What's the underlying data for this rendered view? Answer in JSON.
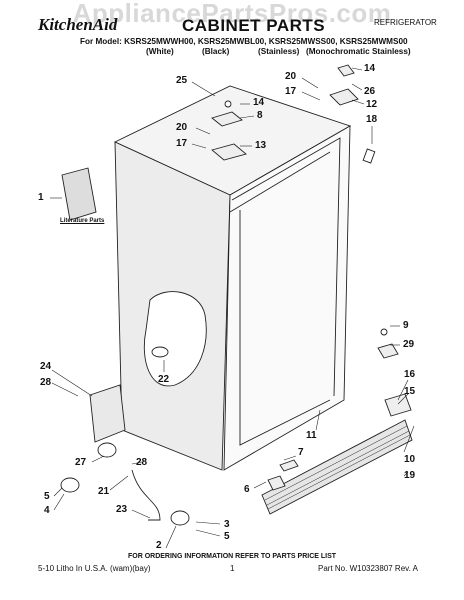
{
  "watermark": "AppliancePartsPros.com",
  "header": {
    "brand": "KitchenAid",
    "title": "CABINET PARTS",
    "category": "REFRIGERATOR",
    "model_line": "For Model: KSRS25MWWH00, KSRS25MWBL00, KSRS25MWSS00, KSRS25MWMS00",
    "variants": [
      "(White)",
      "(Black)",
      "(Stainless)",
      "(Monochromatic Stainless)"
    ]
  },
  "diagram": {
    "literature_label": "Literature Parts",
    "callouts": [
      "25",
      "14",
      "8",
      "20",
      "17",
      "13",
      "1",
      "20",
      "17",
      "14",
      "26",
      "12",
      "18",
      "9",
      "29",
      "24",
      "28",
      "22",
      "16",
      "15",
      "11",
      "7",
      "10",
      "19",
      "27",
      "28",
      "5",
      "21",
      "4",
      "23",
      "6",
      "3",
      "5",
      "2"
    ]
  },
  "footer": {
    "ordering_note": "FOR ORDERING INFORMATION REFER TO PARTS PRICE LIST",
    "litho": "5-10 Litho In U.S.A. (wam)(bay)",
    "page": "1",
    "part_no": "Part No. W10323807 Rev. A"
  }
}
